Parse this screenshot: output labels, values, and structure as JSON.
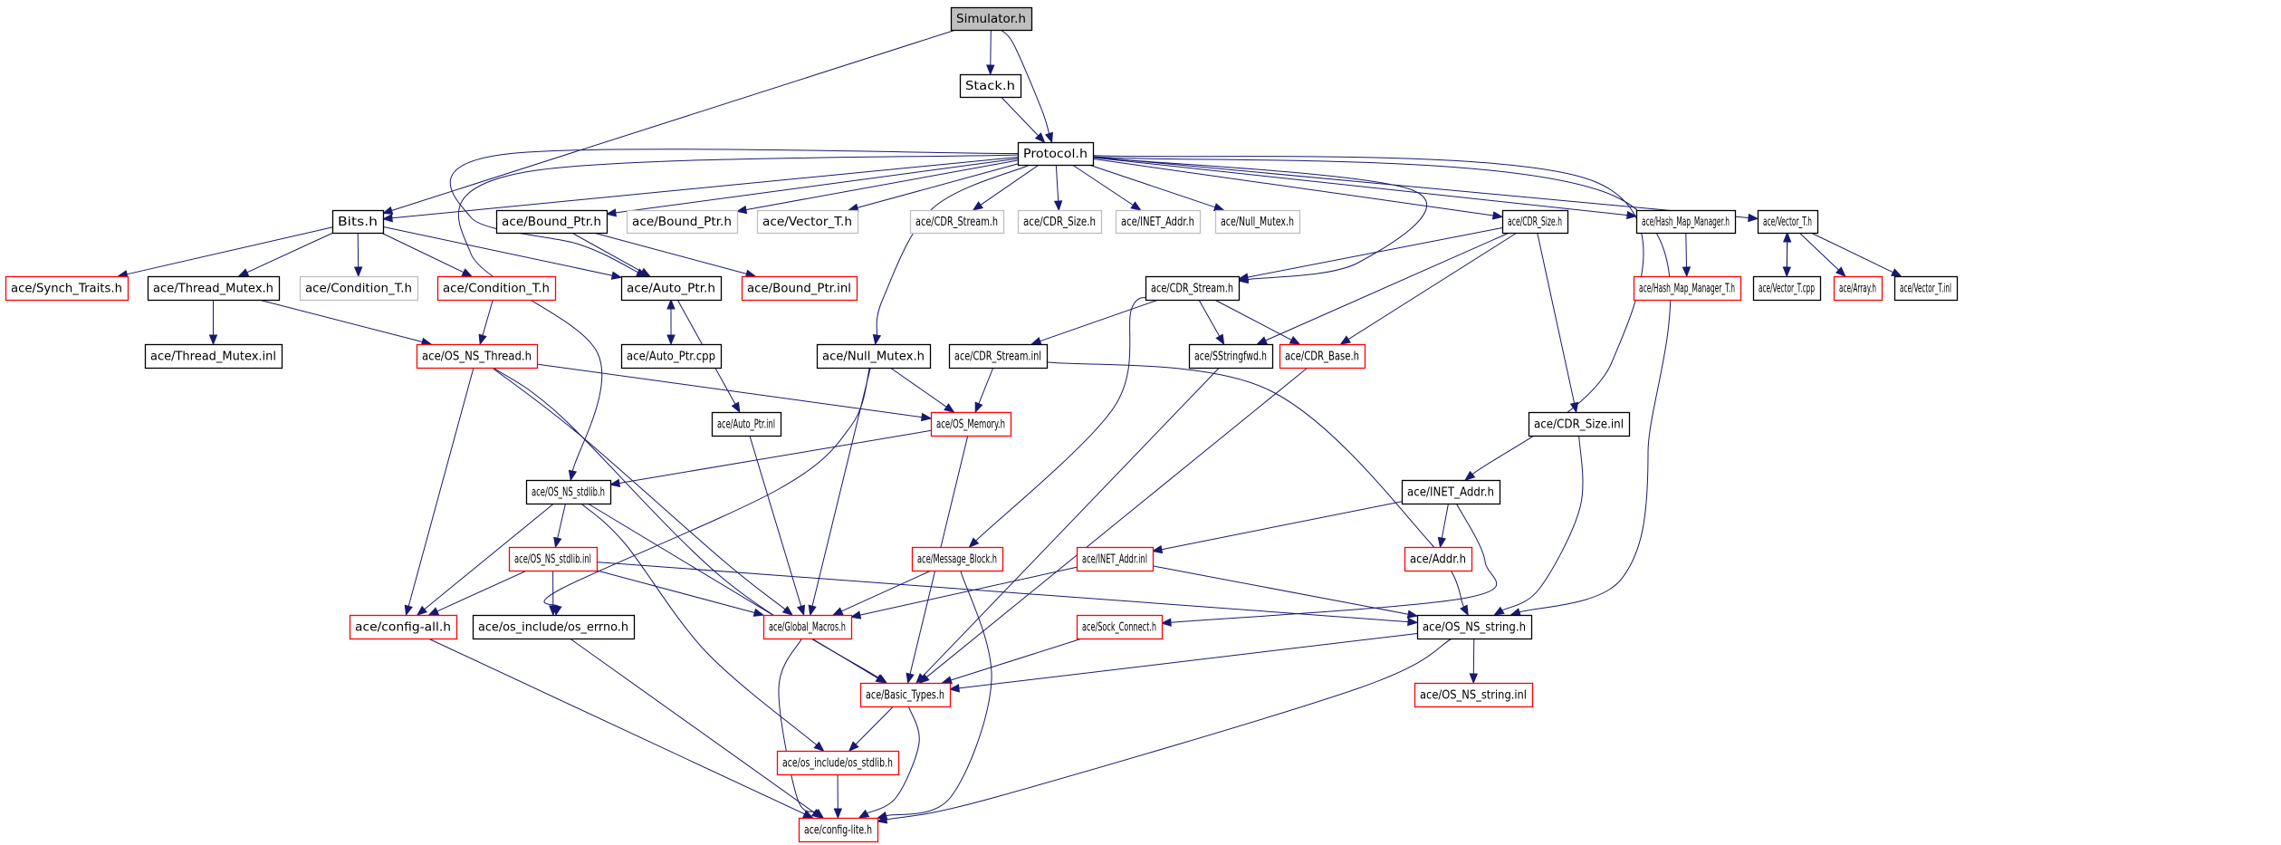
{
  "title": "Include dependency graph for Simulator.h",
  "legend": {
    "root_node_fill": "#bfbfbf",
    "documented_border": "#000000",
    "undocumented_border": "#ff0000",
    "external_border": "#bfbfbf",
    "edge_color": "#191970"
  },
  "nodes": [
    {
      "id": "simulator",
      "label": "Simulator.h",
      "style": "root"
    },
    {
      "id": "stack",
      "label": "Stack.h",
      "style": "documented"
    },
    {
      "id": "protocol",
      "label": "Protocol.h",
      "style": "documented"
    },
    {
      "id": "bits",
      "label": "Bits.h",
      "style": "documented"
    },
    {
      "id": "bound_ptr_h",
      "label": "ace/Bound_Ptr.h",
      "style": "documented"
    },
    {
      "id": "bound_ptr_h_ext",
      "label": "ace/Bound_Ptr.h",
      "style": "external"
    },
    {
      "id": "vector_t_h_ext",
      "label": "ace/Vector_T.h",
      "style": "external"
    },
    {
      "id": "cdr_stream_h_ext",
      "label": "ace/CDR_Stream.h",
      "style": "external"
    },
    {
      "id": "cdr_size_h_ext",
      "label": "ace/CDR_Size.h",
      "style": "external"
    },
    {
      "id": "inet_addr_h_ext",
      "label": "ace/INET_Addr.h",
      "style": "external"
    },
    {
      "id": "null_mutex_h_ext",
      "label": "ace/Null_Mutex.h",
      "style": "external"
    },
    {
      "id": "cdr_size_h",
      "label": "ace/CDR_Size.h",
      "style": "documented"
    },
    {
      "id": "hash_map_manager_h",
      "label": "ace/Hash_Map_Manager.h",
      "style": "documented"
    },
    {
      "id": "vector_t_h",
      "label": "ace/Vector_T.h",
      "style": "documented"
    },
    {
      "id": "synch_traits_h",
      "label": "ace/Synch_Traits.h",
      "style": "undocumented"
    },
    {
      "id": "thread_mutex_h",
      "label": "ace/Thread_Mutex.h",
      "style": "documented"
    },
    {
      "id": "condition_t_h_ext",
      "label": "ace/Condition_T.h",
      "style": "external"
    },
    {
      "id": "condition_t_h",
      "label": "ace/Condition_T.h",
      "style": "undocumented"
    },
    {
      "id": "auto_ptr_h",
      "label": "ace/Auto_Ptr.h",
      "style": "documented"
    },
    {
      "id": "bound_ptr_inl",
      "label": "ace/Bound_Ptr.inl",
      "style": "undocumented"
    },
    {
      "id": "cdr_stream_h",
      "label": "ace/CDR_Stream.h",
      "style": "documented"
    },
    {
      "id": "hash_map_manager_t_h",
      "label": "ace/Hash_Map_Manager_T.h",
      "style": "undocumented"
    },
    {
      "id": "vector_t_cpp",
      "label": "ace/Vector_T.cpp",
      "style": "documented"
    },
    {
      "id": "array_h",
      "label": "ace/Array.h",
      "style": "undocumented"
    },
    {
      "id": "vector_t_inl",
      "label": "ace/Vector_T.inl",
      "style": "documented"
    },
    {
      "id": "thread_mutex_inl",
      "label": "ace/Thread_Mutex.inl",
      "style": "documented"
    },
    {
      "id": "os_ns_thread_h",
      "label": "ace/OS_NS_Thread.h",
      "style": "undocumented"
    },
    {
      "id": "auto_ptr_cpp",
      "label": "ace/Auto_Ptr.cpp",
      "style": "documented"
    },
    {
      "id": "null_mutex_h",
      "label": "ace/Null_Mutex.h",
      "style": "documented"
    },
    {
      "id": "cdr_stream_inl",
      "label": "ace/CDR_Stream.inl",
      "style": "documented"
    },
    {
      "id": "sstringfwd_h",
      "label": "ace/SStringfwd.h",
      "style": "documented"
    },
    {
      "id": "cdr_base_h",
      "label": "ace/CDR_Base.h",
      "style": "undocumented"
    },
    {
      "id": "auto_ptr_inl",
      "label": "ace/Auto_Ptr.inl",
      "style": "documented"
    },
    {
      "id": "os_memory_h",
      "label": "ace/OS_Memory.h",
      "style": "undocumented"
    },
    {
      "id": "cdr_size_inl",
      "label": "ace/CDR_Size.inl",
      "style": "documented"
    },
    {
      "id": "os_ns_stdlib_h",
      "label": "ace/OS_NS_stdlib.h",
      "style": "documented"
    },
    {
      "id": "inet_addr_h",
      "label": "ace/INET_Addr.h",
      "style": "documented"
    },
    {
      "id": "os_ns_stdlib_inl",
      "label": "ace/OS_NS_stdlib.inl",
      "style": "undocumented"
    },
    {
      "id": "message_block_h",
      "label": "ace/Message_Block.h",
      "style": "undocumented"
    },
    {
      "id": "inet_addr_inl",
      "label": "ace/INET_Addr.inl",
      "style": "undocumented"
    },
    {
      "id": "addr_h",
      "label": "ace/Addr.h",
      "style": "undocumented"
    },
    {
      "id": "config_all_h",
      "label": "ace/config-all.h",
      "style": "undocumented"
    },
    {
      "id": "os_errno_h",
      "label": "ace/os_include/os_errno.h",
      "style": "documented"
    },
    {
      "id": "global_macros_h",
      "label": "ace/Global_Macros.h",
      "style": "undocumented"
    },
    {
      "id": "sock_connect_h",
      "label": "ace/Sock_Connect.h",
      "style": "undocumented"
    },
    {
      "id": "os_ns_string_h",
      "label": "ace/OS_NS_string.h",
      "style": "documented"
    },
    {
      "id": "basic_types_h",
      "label": "ace/Basic_Types.h",
      "style": "undocumented"
    },
    {
      "id": "os_ns_string_inl",
      "label": "ace/OS_NS_string.inl",
      "style": "undocumented"
    },
    {
      "id": "os_stdlib_h",
      "label": "ace/os_include/os_stdlib.h",
      "style": "undocumented"
    },
    {
      "id": "config_lite_h",
      "label": "ace/config-lite.h",
      "style": "undocumented"
    }
  ],
  "edges": [
    [
      "simulator",
      "stack"
    ],
    [
      "simulator",
      "protocol"
    ],
    [
      "simulator",
      "bits"
    ],
    [
      "stack",
      "protocol"
    ],
    [
      "protocol",
      "bits"
    ],
    [
      "protocol",
      "bound_ptr_h"
    ],
    [
      "protocol",
      "bound_ptr_h_ext"
    ],
    [
      "protocol",
      "vector_t_h_ext"
    ],
    [
      "protocol",
      "cdr_stream_h_ext"
    ],
    [
      "protocol",
      "cdr_size_h_ext"
    ],
    [
      "protocol",
      "inet_addr_h_ext"
    ],
    [
      "protocol",
      "null_mutex_h_ext"
    ],
    [
      "protocol",
      "cdr_size_h"
    ],
    [
      "protocol",
      "hash_map_manager_h"
    ],
    [
      "protocol",
      "vector_t_h"
    ],
    [
      "protocol",
      "auto_ptr_h"
    ],
    [
      "protocol",
      "cdr_stream_h"
    ],
    [
      "protocol",
      "null_mutex_h"
    ],
    [
      "protocol",
      "os_ns_stdlib_h"
    ],
    [
      "protocol",
      "inet_addr_h"
    ],
    [
      "protocol",
      "os_ns_string_h"
    ],
    [
      "bits",
      "synch_traits_h"
    ],
    [
      "bits",
      "thread_mutex_h"
    ],
    [
      "bits",
      "condition_t_h_ext"
    ],
    [
      "bits",
      "condition_t_h"
    ],
    [
      "bits",
      "auto_ptr_h"
    ],
    [
      "bound_ptr_h",
      "auto_ptr_h"
    ],
    [
      "bound_ptr_h",
      "bound_ptr_inl"
    ],
    [
      "cdr_size_h",
      "cdr_stream_h"
    ],
    [
      "cdr_size_h",
      "sstringfwd_h"
    ],
    [
      "cdr_size_h",
      "cdr_base_h"
    ],
    [
      "cdr_size_h",
      "cdr_size_inl"
    ],
    [
      "hash_map_manager_h",
      "hash_map_manager_t_h"
    ],
    [
      "vector_t_h",
      "vector_t_cpp"
    ],
    [
      "vector_t_cpp",
      "vector_t_h"
    ],
    [
      "vector_t_h",
      "array_h"
    ],
    [
      "vector_t_h",
      "vector_t_inl"
    ],
    [
      "thread_mutex_h",
      "thread_mutex_inl"
    ],
    [
      "thread_mutex_h",
      "os_ns_thread_h"
    ],
    [
      "condition_t_h",
      "os_ns_thread_h"
    ],
    [
      "auto_ptr_h",
      "auto_ptr_cpp"
    ],
    [
      "auto_ptr_cpp",
      "auto_ptr_h"
    ],
    [
      "auto_ptr_h",
      "auto_ptr_inl"
    ],
    [
      "cdr_stream_h",
      "cdr_stream_inl"
    ],
    [
      "cdr_stream_h",
      "sstringfwd_h"
    ],
    [
      "cdr_stream_h",
      "cdr_base_h"
    ],
    [
      "cdr_stream_h",
      "message_block_h"
    ],
    [
      "os_ns_thread_h",
      "os_memory_h"
    ],
    [
      "os_ns_thread_h",
      "config_all_h"
    ],
    [
      "os_ns_thread_h",
      "global_macros_h"
    ],
    [
      "os_ns_thread_h",
      "basic_types_h"
    ],
    [
      "null_mutex_h",
      "os_memory_h"
    ],
    [
      "null_mutex_h",
      "global_macros_h"
    ],
    [
      "null_mutex_h",
      "os_errno_h"
    ],
    [
      "cdr_stream_inl",
      "os_memory_h"
    ],
    [
      "cdr_stream_inl",
      "os_ns_string_h"
    ],
    [
      "sstringfwd_h",
      "basic_types_h"
    ],
    [
      "cdr_base_h",
      "basic_types_h"
    ],
    [
      "auto_ptr_inl",
      "global_macros_h"
    ],
    [
      "os_memory_h",
      "os_ns_stdlib_h"
    ],
    [
      "os_memory_h",
      "basic_types_h"
    ],
    [
      "cdr_size_inl",
      "os_ns_string_h"
    ],
    [
      "os_ns_stdlib_h",
      "os_ns_stdlib_inl"
    ],
    [
      "os_ns_stdlib_h",
      "config_all_h"
    ],
    [
      "os_ns_stdlib_h",
      "basic_types_h"
    ],
    [
      "os_ns_stdlib_h",
      "os_stdlib_h"
    ],
    [
      "inet_addr_h",
      "inet_addr_inl"
    ],
    [
      "inet_addr_h",
      "addr_h"
    ],
    [
      "inet_addr_h",
      "sock_connect_h"
    ],
    [
      "os_ns_stdlib_inl",
      "config_all_h"
    ],
    [
      "os_ns_stdlib_inl",
      "os_errno_h"
    ],
    [
      "os_ns_stdlib_inl",
      "global_macros_h"
    ],
    [
      "os_ns_stdlib_inl",
      "os_ns_string_h"
    ],
    [
      "message_block_h",
      "global_macros_h"
    ],
    [
      "message_block_h",
      "config_lite_h"
    ],
    [
      "inet_addr_inl",
      "global_macros_h"
    ],
    [
      "inet_addr_inl",
      "os_ns_string_h"
    ],
    [
      "config_all_h",
      "config_lite_h"
    ],
    [
      "os_errno_h",
      "config_lite_h"
    ],
    [
      "global_macros_h",
      "config_lite_h"
    ],
    [
      "sock_connect_h",
      "basic_types_h"
    ],
    [
      "os_ns_string_h",
      "basic_types_h"
    ],
    [
      "os_ns_string_h",
      "os_ns_string_inl"
    ],
    [
      "os_ns_string_h",
      "config_lite_h"
    ],
    [
      "basic_types_h",
      "os_stdlib_h"
    ],
    [
      "basic_types_h",
      "config_lite_h"
    ],
    [
      "os_stdlib_h",
      "config_lite_h"
    ]
  ]
}
